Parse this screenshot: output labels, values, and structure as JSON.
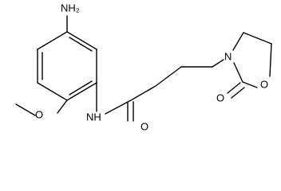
{
  "molecule": {
    "atoms": {
      "amine": "NH₂",
      "methoxy_oxygen": "O",
      "amide_nh": "NH",
      "amide_oxygen": "O",
      "ring_nitrogen": "N",
      "ring_oxygen": "O",
      "carbonyl_oxygen": "O"
    }
  },
  "colors": {
    "bond": "#000000",
    "label": "#000000",
    "background": "#ffffff"
  }
}
